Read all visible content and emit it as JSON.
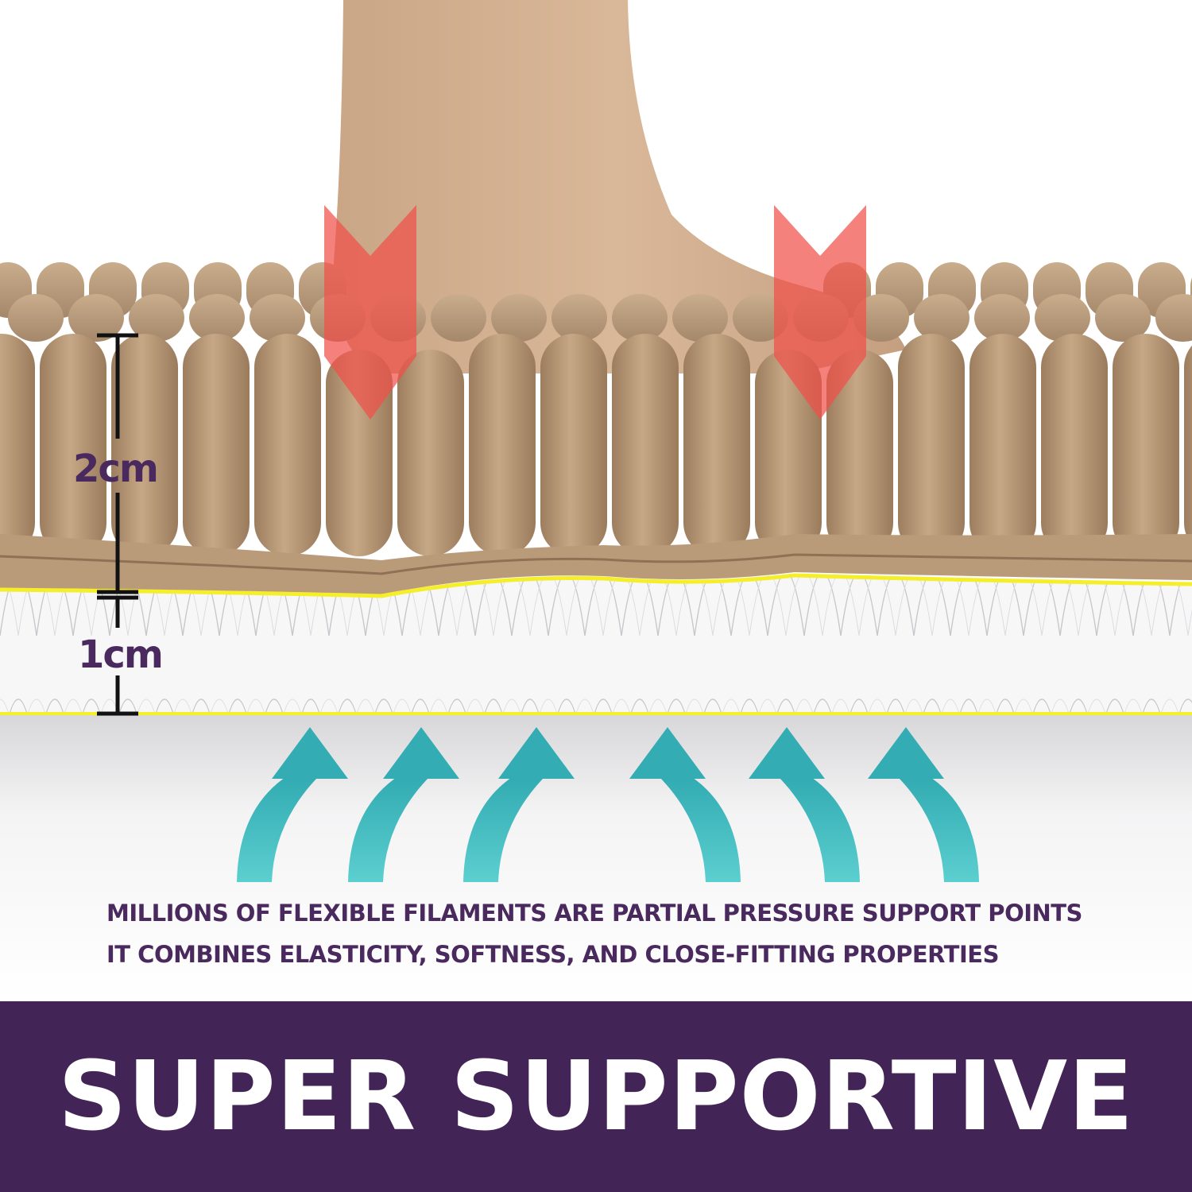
{
  "measurements": {
    "top_layer": "2cm",
    "bottom_layer": "1cm"
  },
  "caption": {
    "line1": "MILLIONS OF FLEXIBLE FILAMENTS ARE PARTIAL PRESSURE SUPPORT POINTS",
    "line2": "IT COMBINES ELASTICITY, SOFTNESS, AND CLOSE-FITTING PROPERTIES"
  },
  "banner": {
    "title": "SUPER SUPPORTIVE"
  },
  "colors": {
    "banner_background": "#432456",
    "text_purple": "#4a2a5e",
    "chenille_tan": "#b89a78",
    "pressure_arrow_red": "#f0504a",
    "support_arrow_teal": "#44bcc0",
    "foam_highlight_yellow": "#f5ee2a"
  }
}
